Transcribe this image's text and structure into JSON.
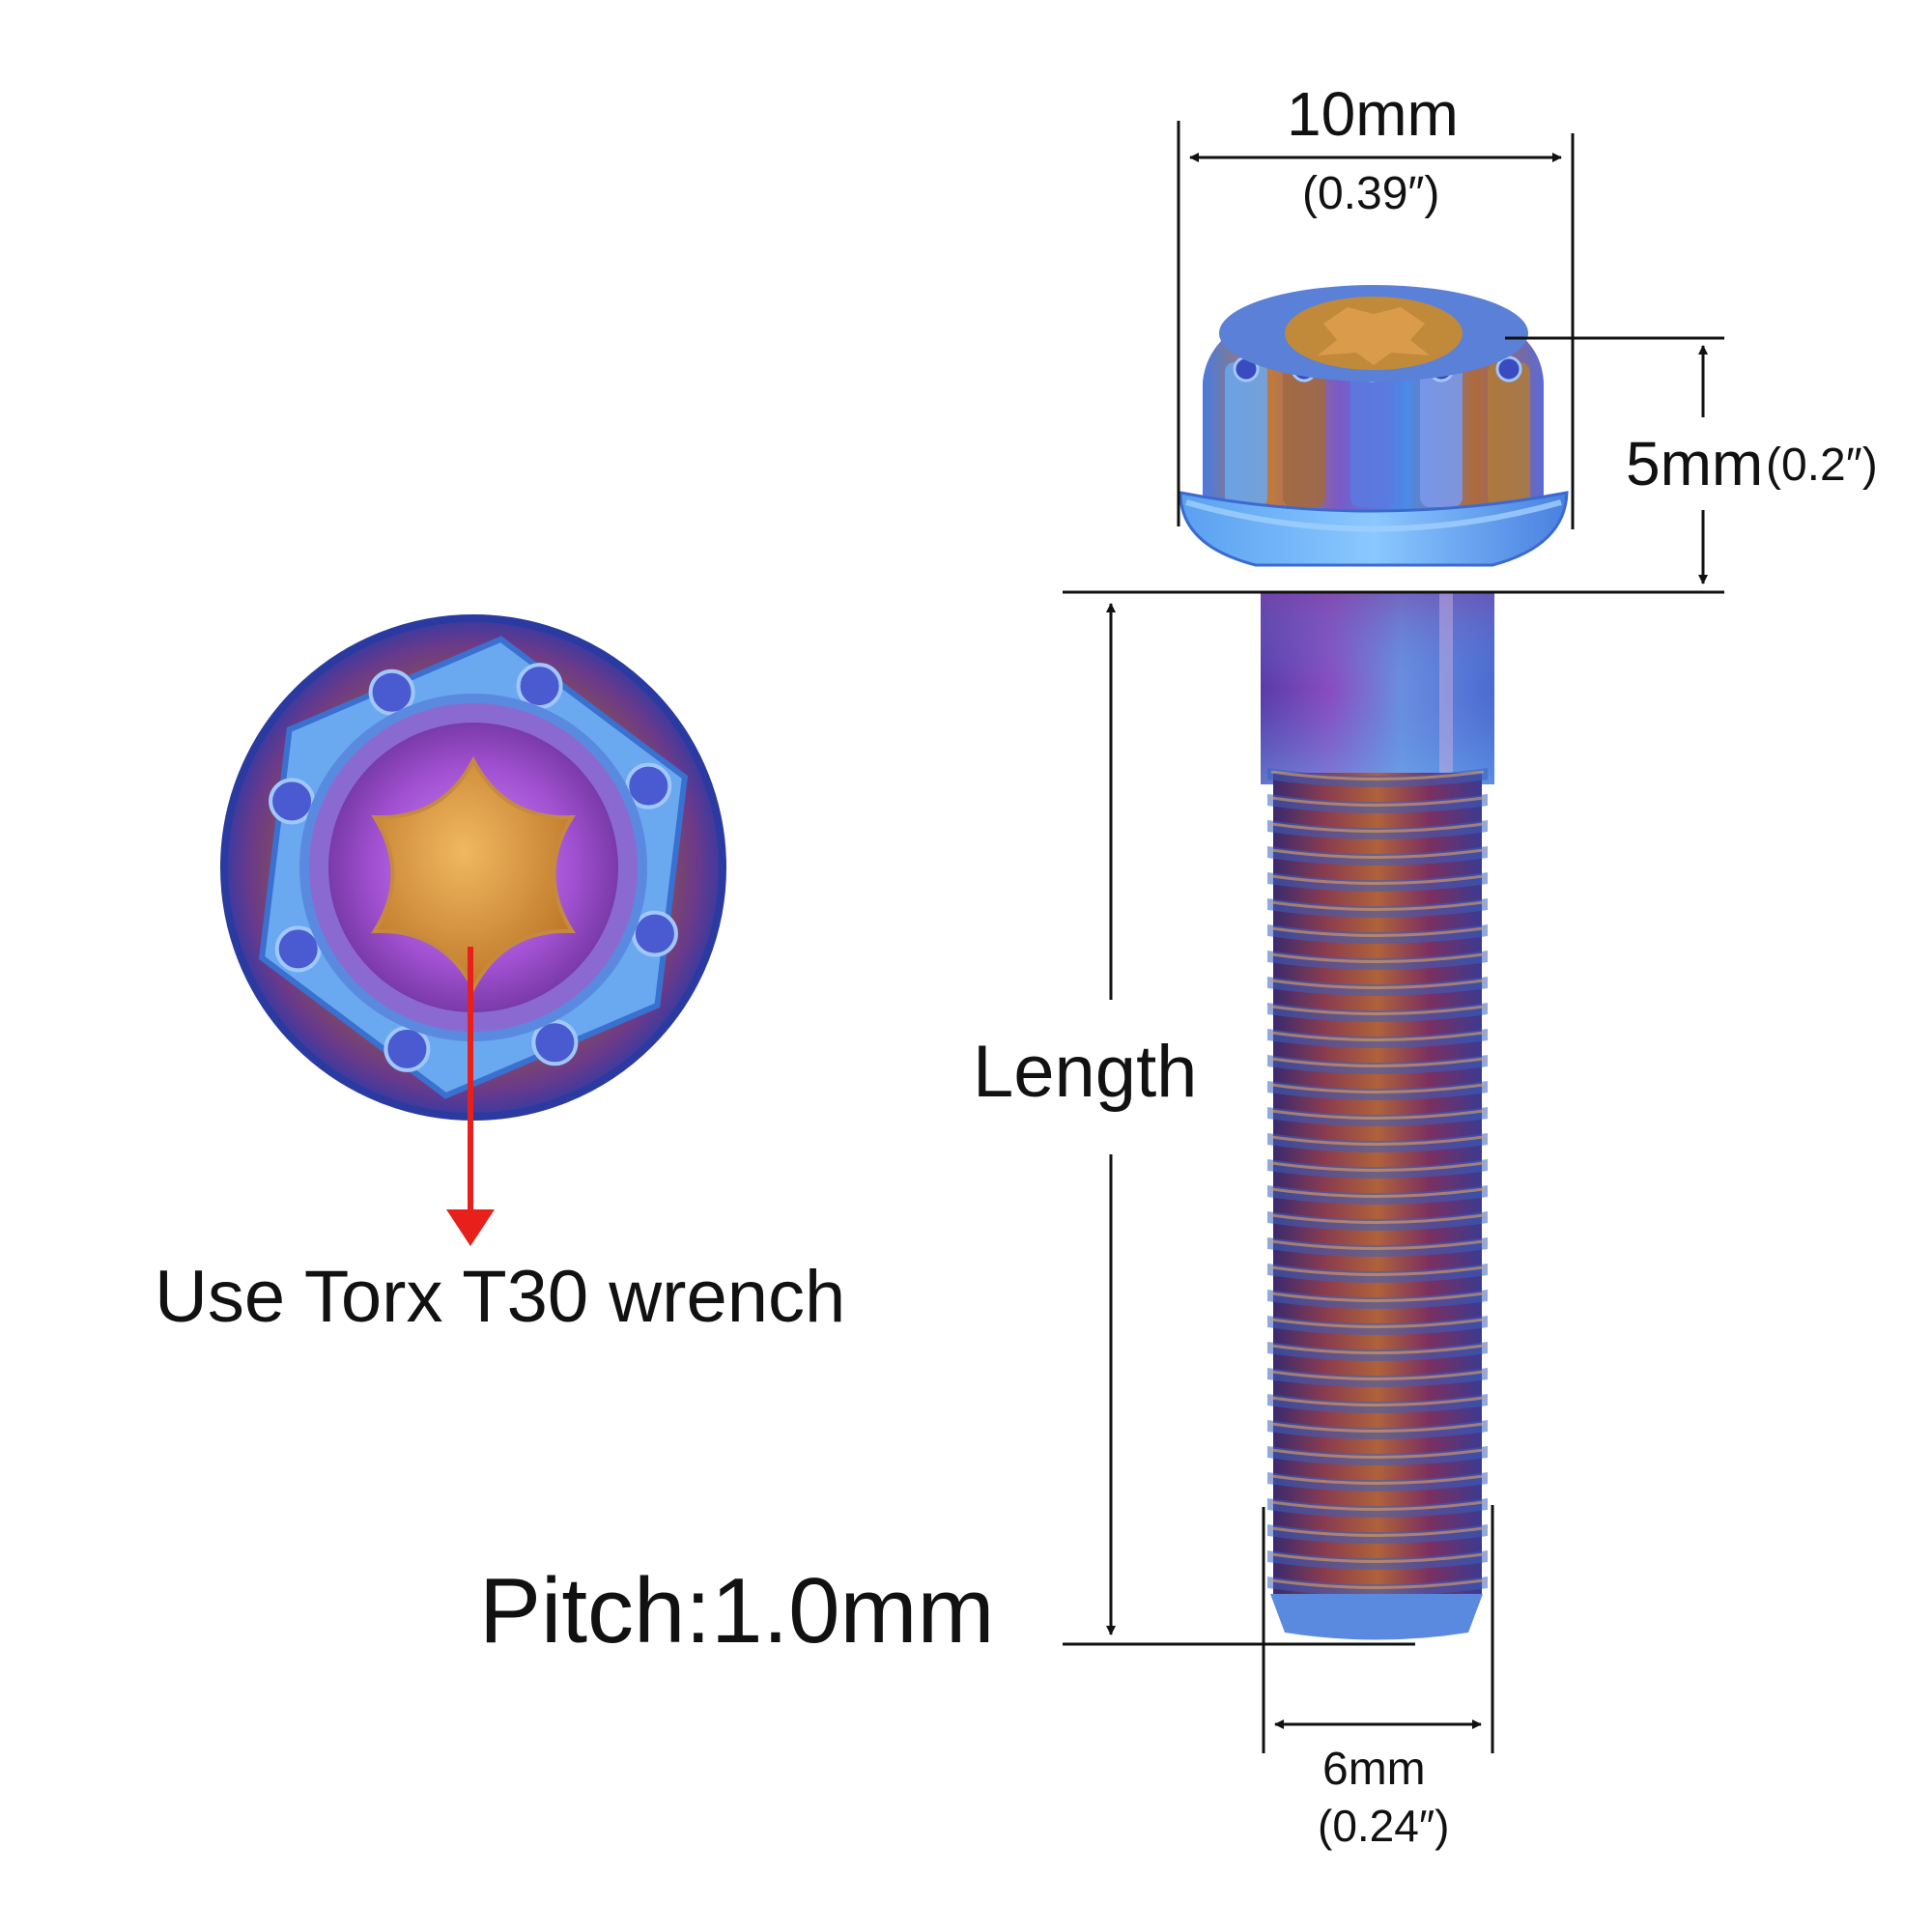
{
  "head_width": {
    "metric": "10mm",
    "imperial": "(0.39″)"
  },
  "head_height": {
    "metric": "5mm",
    "imperial": "(0.2″)"
  },
  "length_label": "Length",
  "thread_diameter": {
    "metric": "6mm",
    "imperial": "(0.24″)"
  },
  "pitch": "Pitch:1.0mm",
  "wrench_note": "Use Torx T30 wrench",
  "colors": {
    "dimension_line": "#111111",
    "pointer_arrow": "#e8201c",
    "titanium_blue": "#5a8fe0",
    "titanium_purple": "#6a2e8a",
    "titanium_gold": "#d9942a"
  }
}
